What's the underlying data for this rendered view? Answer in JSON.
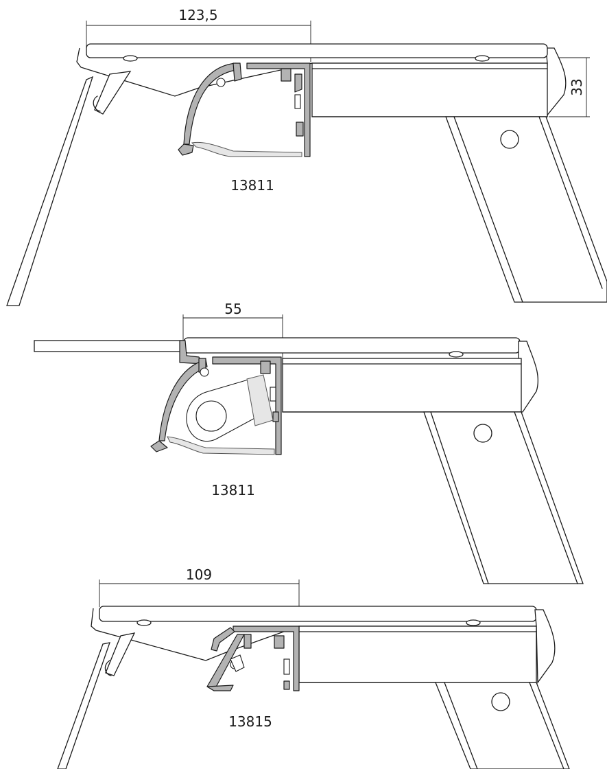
{
  "drawings": [
    {
      "name": "installation-1",
      "dimension_width": "123,5",
      "dimension_height": "33",
      "profile_code": "13811"
    },
    {
      "name": "installation-2",
      "dimension_width": "55",
      "profile_code": "13811"
    },
    {
      "name": "installation-3",
      "dimension_width": "109",
      "profile_code": "13815"
    }
  ],
  "colors": {
    "line": "#1a1a1a",
    "profile_fill": "#b3b3b3",
    "background": "#ffffff"
  }
}
